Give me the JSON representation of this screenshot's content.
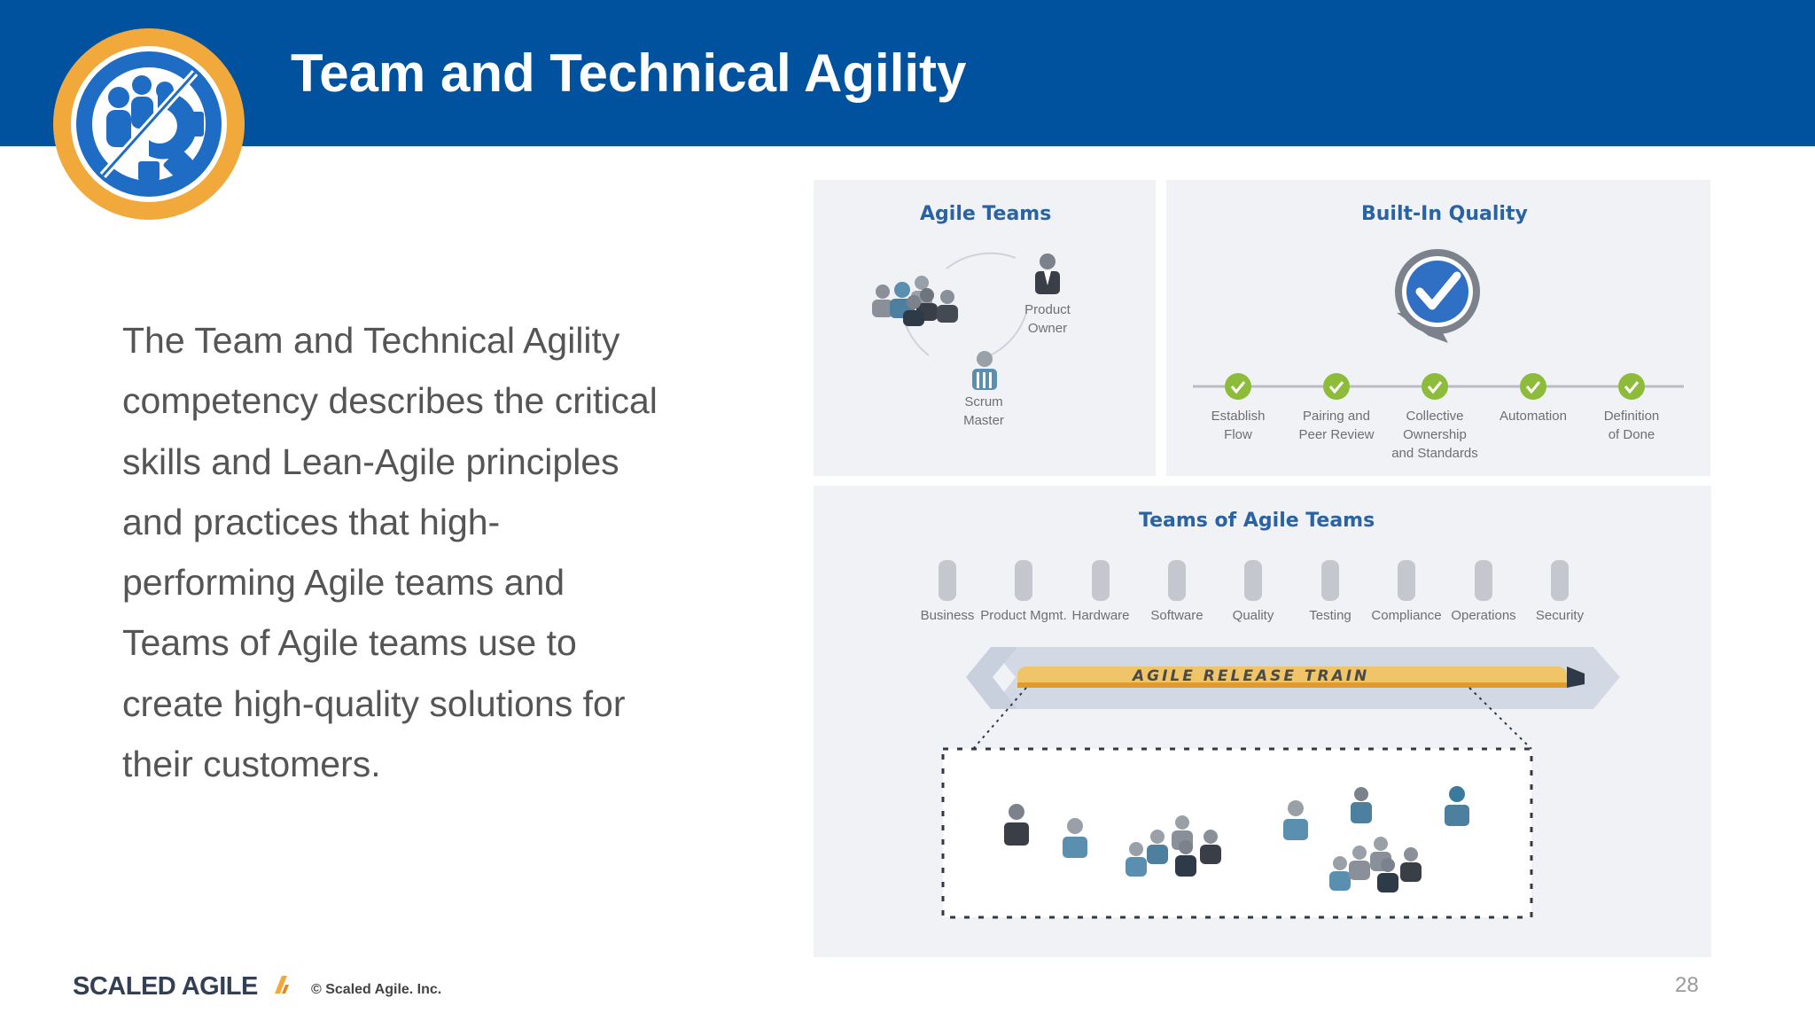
{
  "header": {
    "title": "Team and Technical Agility",
    "badge_icon": "team-gear-icon",
    "bar_color": "#00519e",
    "badge_ring_color": "#f2a93b"
  },
  "body": {
    "lines": [
      "The Team and Technical Agility",
      "competency describes the critical",
      "skills and Lean-Agile principles",
      "and practices that high-",
      "performing Agile teams and",
      "Teams of Agile teams use to",
      "create high-quality solutions for",
      "their customers."
    ]
  },
  "agile_teams": {
    "title": "Agile Teams",
    "product_owner": [
      "Product",
      "Owner"
    ],
    "scrum_master": [
      "Scrum",
      "Master"
    ]
  },
  "built_in_quality": {
    "title": "Built-In Quality",
    "practices": [
      [
        "Establish",
        "Flow"
      ],
      [
        "Pairing and",
        "Peer Review"
      ],
      [
        "Collective",
        "Ownership",
        "and Standards"
      ],
      [
        "Automation"
      ],
      [
        "Definition",
        "of Done"
      ]
    ]
  },
  "teams_of_teams": {
    "title": "Teams of Agile Teams",
    "domains": [
      "Business",
      "Product Mgmt.",
      "Hardware",
      "Software",
      "Quality",
      "Testing",
      "Compliance",
      "Operations",
      "Security"
    ],
    "train_label": "AGILE RELEASE TRAIN"
  },
  "footer": {
    "brand": "SCALED AGILE",
    "copyright": "© Scaled Agile. Inc.",
    "page_number": "28"
  }
}
